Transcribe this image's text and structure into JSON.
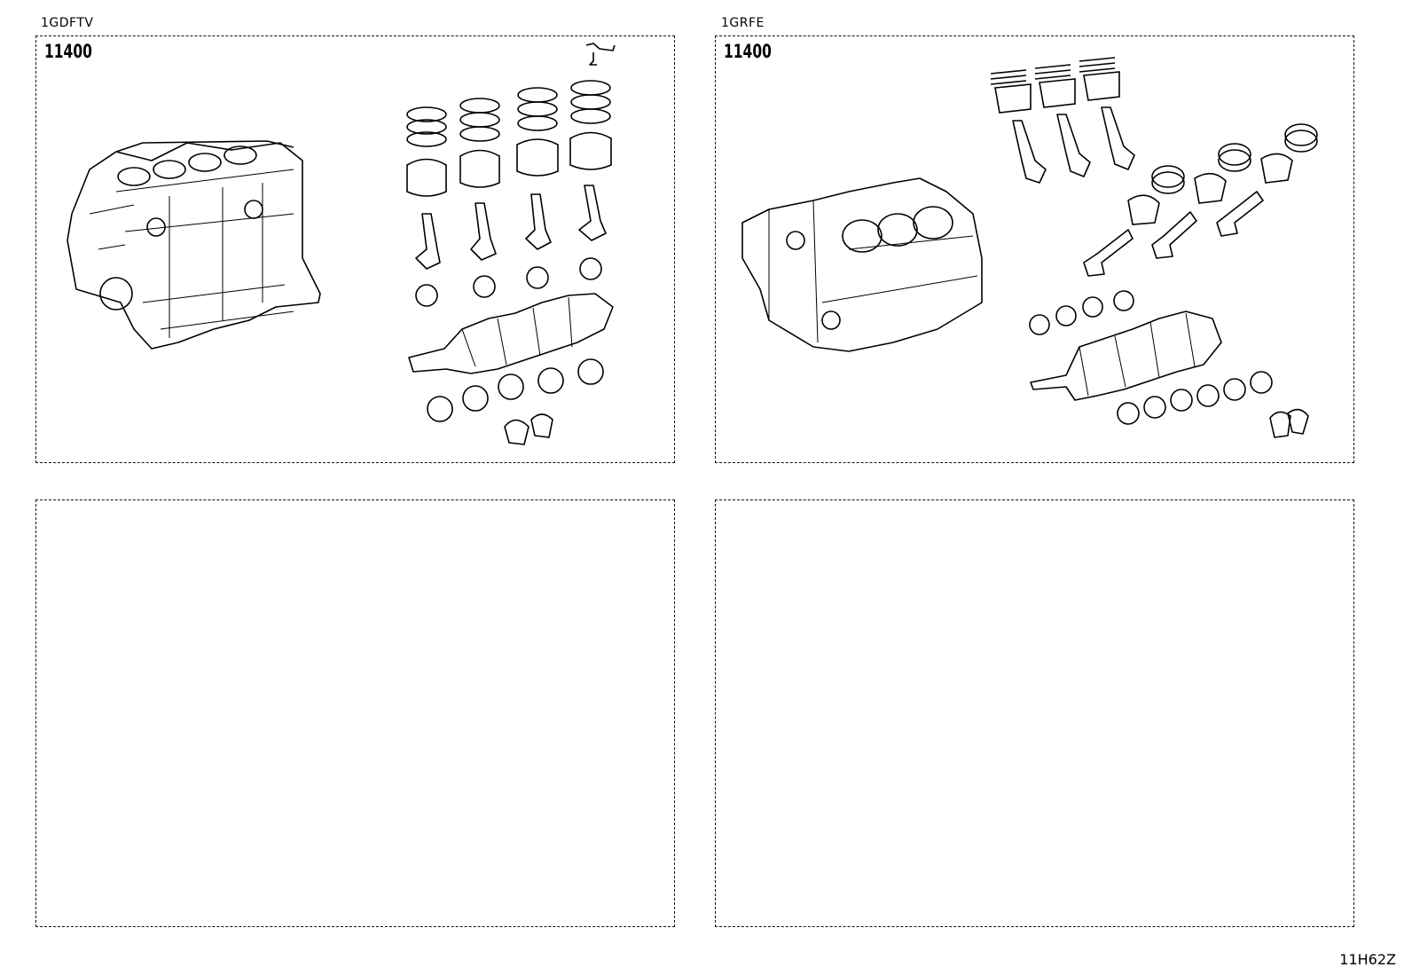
{
  "diagram_id": "11H62Z",
  "panels": [
    {
      "engine": "1GDFTV",
      "part_code": "11400"
    },
    {
      "engine": "1GRFE",
      "part_code": "11400"
    },
    {
      "engine": "",
      "part_code": ""
    },
    {
      "engine": "",
      "part_code": ""
    }
  ]
}
